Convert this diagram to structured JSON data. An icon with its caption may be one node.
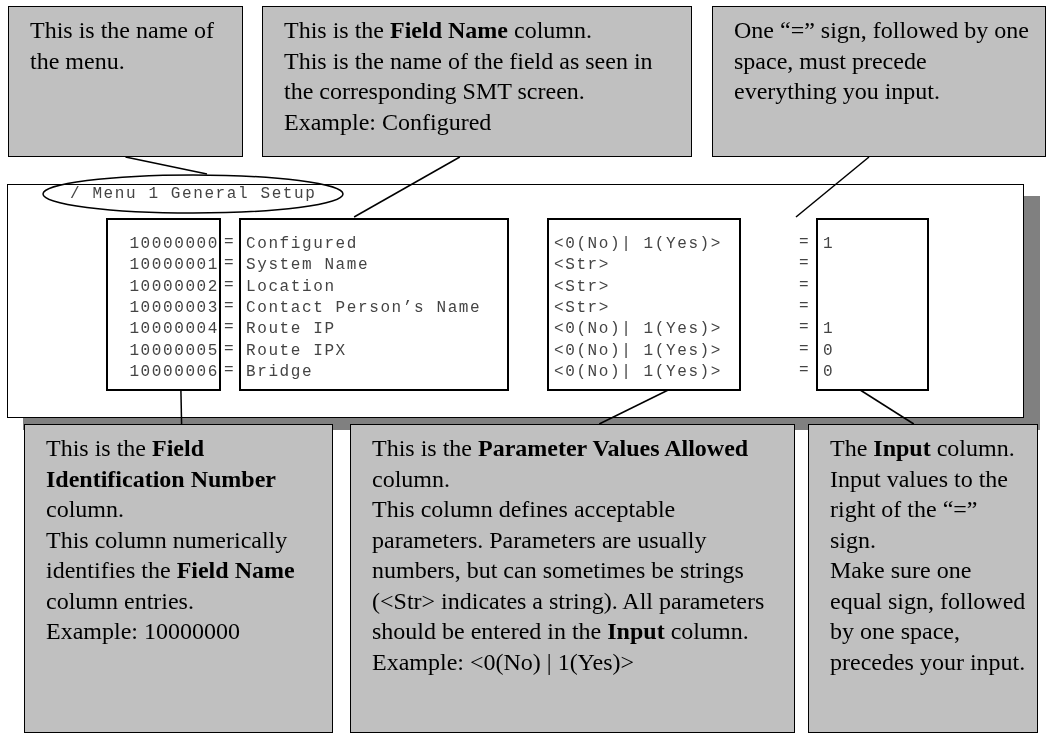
{
  "diagram": {
    "nodes": [
      {
        "text": [
          "This is the name of the menu."
        ]
      },
      {
        "text": [
          "This is the **Field Name** column.",
          "This is the name of the field as seen in the corresponding SMT screen. Example: Configured"
        ]
      },
      {
        "text": [
          "One “=” sign, followed by one space, must precede everything you input."
        ]
      },
      {
        "text": [],
        "shape": "box"
      },
      {
        "text": [
          "/ Menu 1 General Setup"
        ],
        "in": 3
      },
      {
        "text": [
          "10000000",
          "10000001",
          "10000002",
          "10000003",
          "10000004",
          "10000005",
          "10000006"
        ],
        "in": 3
      },
      {
        "text": [
          "Configured",
          "System Name",
          "Location",
          "Contact Person’s Name",
          "Route IP",
          "Route IPX",
          "Bridge"
        ],
        "in": 3
      },
      {
        "text": [
          "<0(No)| 1(Yes)>",
          "<Str>",
          "<Str>",
          "<Str>",
          "<0(No)| 1(Yes)>",
          "<0(No)| 1(Yes)>",
          "<0(No)| 1(Yes)>"
        ],
        "in": 3
      },
      {
        "text": [
          "=",
          "=",
          "=",
          "=",
          "=",
          "=",
          "="
        ],
        "in": 3
      },
      {
        "text": [
          "1",
          "1",
          "0",
          "0"
        ],
        "in": 3
      },
      {
        "text": [
          "This is the **Field Identification Number** column.",
          "This column numerically identifies the **Field Name** column entries.",
          "Example: 10000000"
        ]
      },
      {
        "text": [
          "This is the **Parameter Values Allowed** column.",
          "This column defines acceptable parameters. Parameters are usually numbers, but can sometimes be strings (<Str> indicates a string). All parameters should be entered in the **Input** column.",
          "Example: <0(No) | 1(Yes)>"
        ]
      },
      {
        "text": [
          "The **Input** column.",
          "Input values to the right of the “=” sign.",
          "Make sure one equal sign, followed by one space, precedes your input."
        ]
      }
    ],
    "edges": [
      {
        "from": 0,
        "to": 4,
        "arrow": "none"
      },
      {
        "from": 1,
        "to": 6,
        "arrow": "none"
      },
      {
        "from": 2,
        "to": 8,
        "arrow": "none"
      },
      {
        "from": 5,
        "to": 10,
        "arrow": "none"
      },
      {
        "from": 7,
        "to": 11,
        "arrow": "none"
      },
      {
        "from": 9,
        "to": 12,
        "arrow": "none"
      }
    ],
    "labels": [
      "=",
      "=",
      "=",
      "=",
      "=",
      "=",
      "="
    ]
  }
}
